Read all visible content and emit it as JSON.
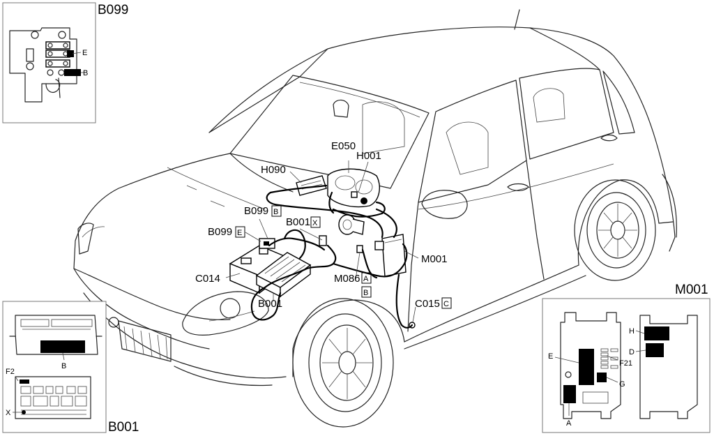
{
  "callouts": {
    "e050": "E050",
    "h001": "H001",
    "h090": "H090",
    "b099b": "B099",
    "b099b_tag": "B",
    "b099e": "B099",
    "b099e_tag": "E",
    "b001x": "B001",
    "b001x_tag": "X",
    "m001": "M001",
    "c014": "C014",
    "m086": "M086",
    "m086_tag": "A",
    "m086_tag2": "B",
    "b001": "B001",
    "c015": "C015",
    "c015_tag": "C"
  },
  "inset_b099": {
    "title": "B099",
    "pin_e": "E",
    "pin_b": "B"
  },
  "inset_b001": {
    "title": "B001",
    "pin_b": "B",
    "pin_f2": "F2",
    "pin_x": "X"
  },
  "inset_m001": {
    "title": "M001",
    "pin_e": "E",
    "pin_f21": "F21",
    "pin_g": "G",
    "pin_a": "A",
    "pin_h": "H",
    "pin_d": "D"
  }
}
